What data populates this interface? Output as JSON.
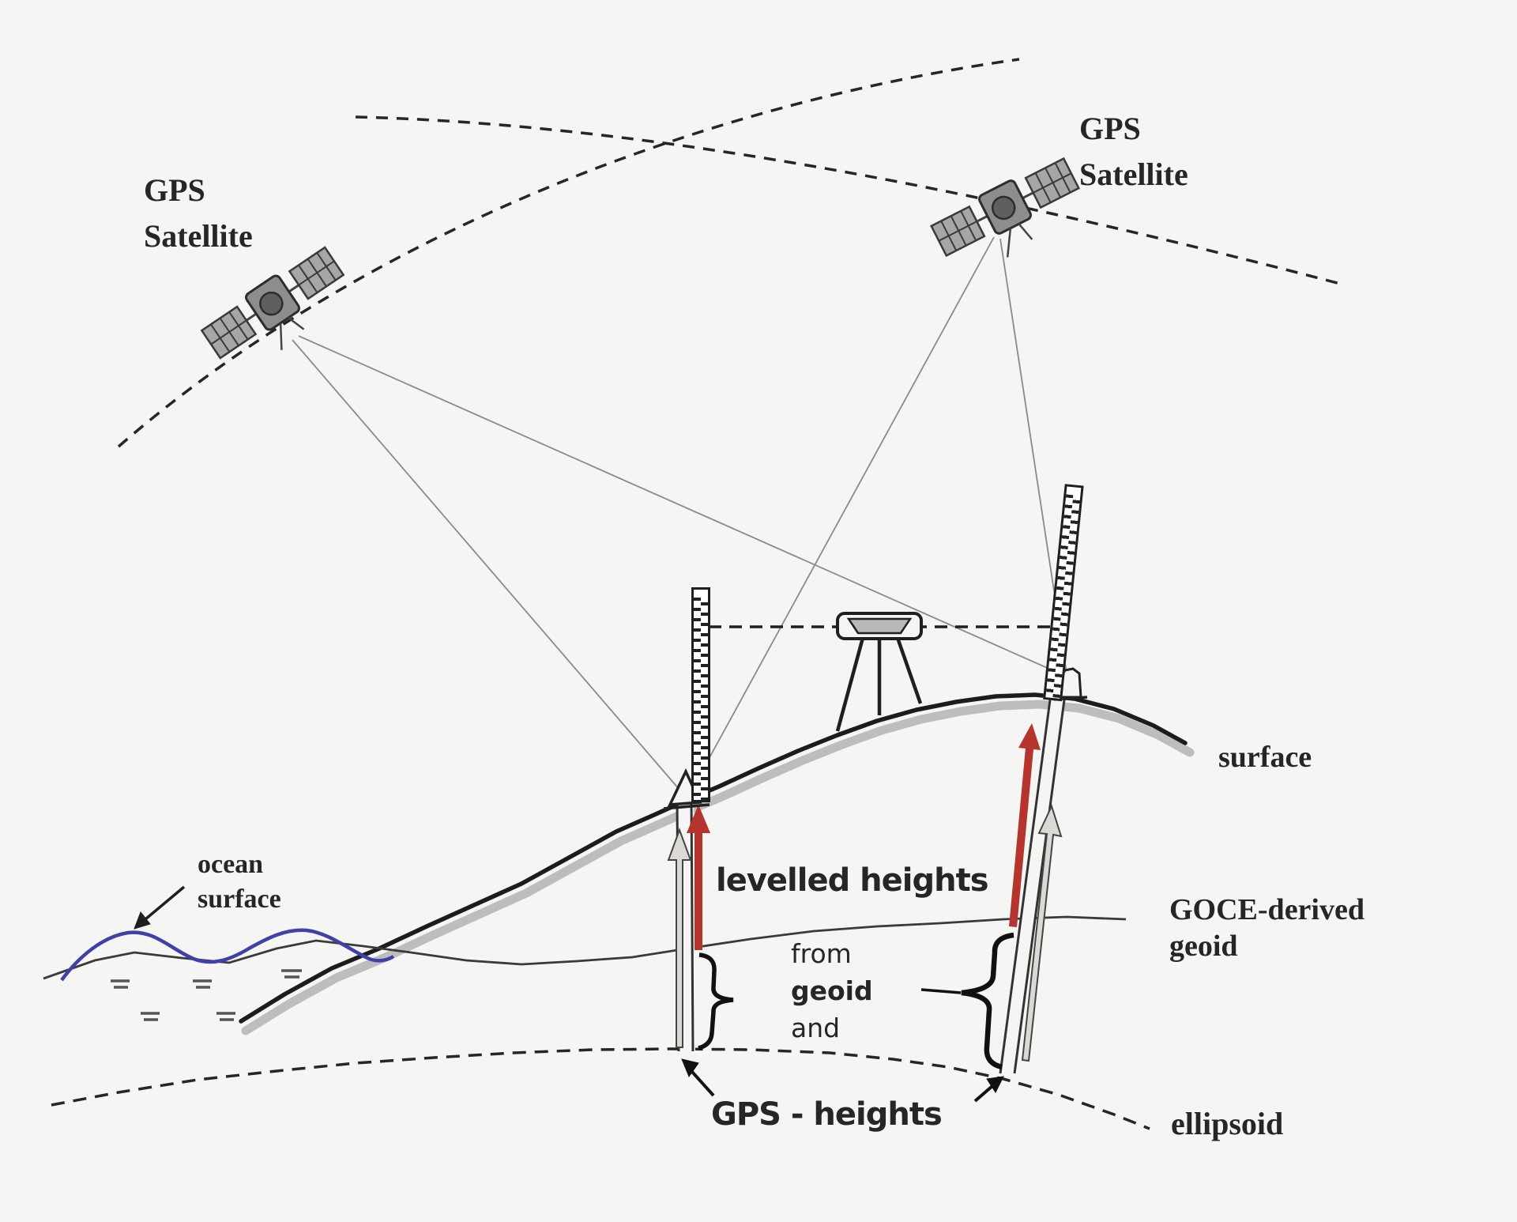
{
  "colors": {
    "background": "#f5f5f3",
    "ink": "#262626",
    "ray": "#8a8a8a",
    "shadow": "#bdbdbd",
    "red": "#b5342e",
    "blue": "#4040a8",
    "grayfill": "#dcd8d3"
  },
  "labels": {
    "gps_satellite_left": {
      "line1": "GPS",
      "line2": "Satellite"
    },
    "gps_satellite_right": {
      "line1": "GPS",
      "line2": "Satellite"
    },
    "ocean_surface": {
      "line1": "ocean",
      "line2": "surface"
    },
    "surface": "surface",
    "goce_geoid": {
      "line1": "GOCE-derived",
      "line2": "geoid"
    },
    "ellipsoid": "ellipsoid",
    "levelled_heights": "levelled heights",
    "from_geoid": {
      "line1": "from",
      "line2": "geoid",
      "line3": "and"
    },
    "gps_heights": "GPS - heights"
  }
}
